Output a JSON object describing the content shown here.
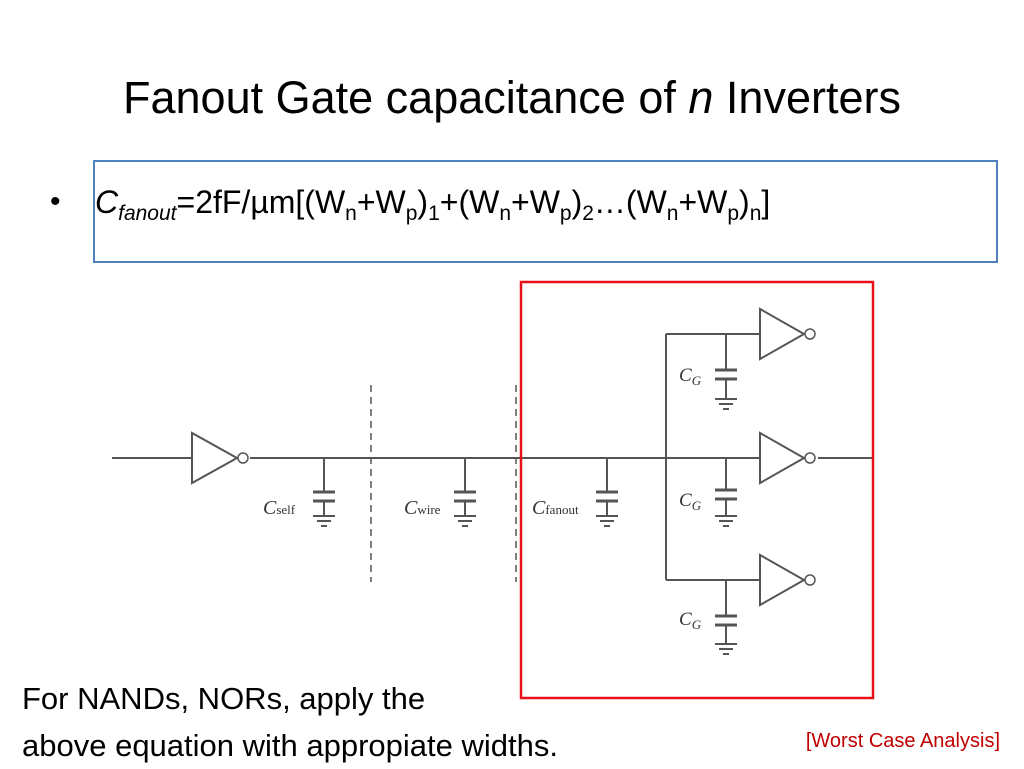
{
  "slide": {
    "title_main": "Fanout Gate capacitance of ",
    "title_var": "n",
    "title_end": " Inverters",
    "bullet": "•",
    "formula": {
      "c": "C",
      "c_sub": "fanout",
      "p1": "=2fF/µm[(W",
      "n1": "n",
      "p2": "+W",
      "pp1": "p",
      "p3": ")",
      "i1": "1",
      "p4": "+(W",
      "n2": "n",
      "p5": "+W",
      "pp2": "p",
      "p6": ")",
      "i2": "2",
      "p7": "…(W",
      "n3": "n",
      "p8": "+W",
      "pp3": "p",
      "p9": ")",
      "i3": "n",
      "p10": "]"
    },
    "note_line1": "For NANDs, NORs, apply the",
    "note_line2": "above equation with appropiate widths.",
    "worst_case": "[Worst Case Analysis]"
  },
  "diagram": {
    "labels": {
      "c_self": "C",
      "c_self_sub": "self",
      "c_wire": "C",
      "c_wire_sub": "wire",
      "c_fanout": "C",
      "c_fanout_sub": "fanout",
      "c_g": "C",
      "c_g_sub": "G"
    },
    "colors": {
      "highlight_box": "#e8111a",
      "formula_box": "#4f81bd",
      "wire": "#555555"
    }
  }
}
